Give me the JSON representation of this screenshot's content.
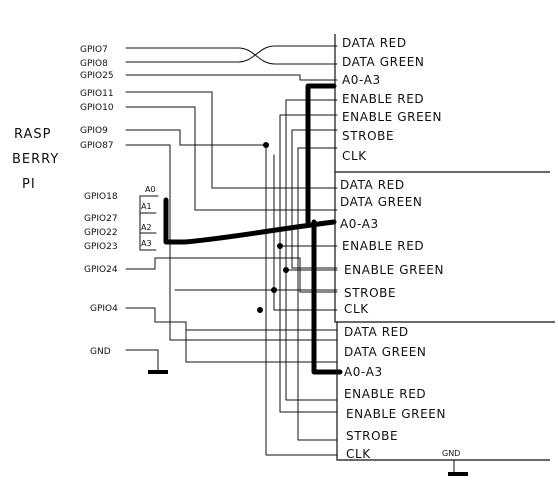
{
  "device": {
    "name_lines": [
      "RASP",
      "BERRY",
      "PI"
    ]
  },
  "pins": [
    {
      "id": "gpio7",
      "label": "GPIO7"
    },
    {
      "id": "gpio8",
      "label": "GPIO8"
    },
    {
      "id": "gpio25",
      "label": "GPIO25"
    },
    {
      "id": "gpio11",
      "label": "GPIO11"
    },
    {
      "id": "gpio10",
      "label": "GPIO10"
    },
    {
      "id": "gpio9",
      "label": "GPIO9"
    },
    {
      "id": "gpio87",
      "label": "GPIO87"
    },
    {
      "id": "gpio18",
      "label": "GPIO18"
    },
    {
      "id": "gpio27",
      "label": "GPIO27"
    },
    {
      "id": "gpio22",
      "label": "GPIO22"
    },
    {
      "id": "gpio23",
      "label": "GPIO23"
    },
    {
      "id": "gpio24",
      "label": "GPIO24"
    },
    {
      "id": "gpio4",
      "label": "GPIO4"
    },
    {
      "id": "gnd",
      "label": "GND"
    }
  ],
  "address_lines": [
    "A0",
    "A1",
    "A2",
    "A3"
  ],
  "boards": [
    {
      "id": "board-1",
      "signals": [
        "DATA RED",
        "DATA GREEN",
        "A0-A3",
        "ENABLE RED",
        "ENABLE GREEN",
        "STROBE",
        "CLK"
      ]
    },
    {
      "id": "board-2",
      "signals": [
        "DATA RED",
        "DATA GREEN",
        "A0-A3",
        "ENABLE RED",
        "ENABLE GREEN",
        "STROBE",
        "CLK"
      ]
    },
    {
      "id": "board-3",
      "signals": [
        "DATA RED",
        "DATA GREEN",
        "A0-A3",
        "ENABLE RED",
        "ENABLE GREEN",
        "STROBE",
        "CLK"
      ]
    }
  ],
  "board3_gnd_label": "GND"
}
